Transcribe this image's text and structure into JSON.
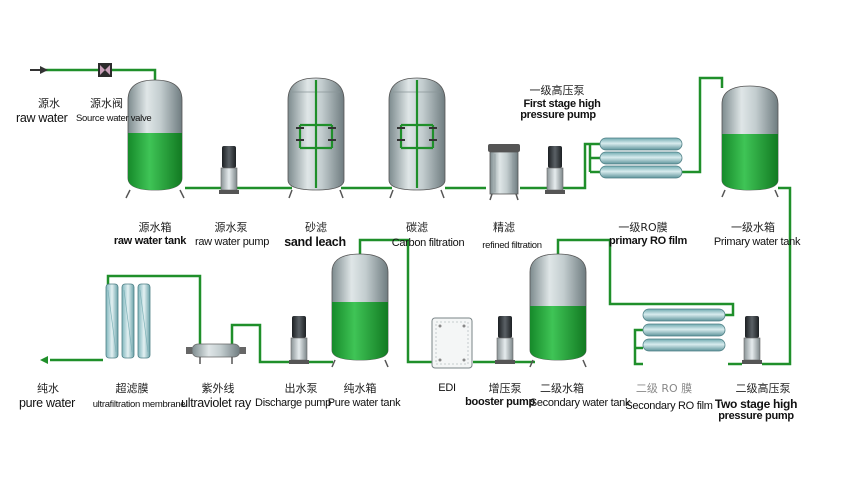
{
  "labels": {
    "raw_water_cn": "源水",
    "raw_water_en": "raw water",
    "source_valve_cn": "源水阀",
    "source_valve_en": "Source water valve",
    "raw_tank_cn": "源水箱",
    "raw_tank_en": "raw water tank",
    "raw_pump_cn": "源水泵",
    "raw_pump_en": "raw water pump",
    "sand_cn": "砂滤",
    "sand_en": "sand leach",
    "carbon_cn": "碳滤",
    "carbon_en": "Carbon filtration",
    "refined_cn": "精滤",
    "refined_en": "refined filtration",
    "first_pump_cn": "一级高压泵",
    "first_pump_en_1": "First stage high",
    "first_pump_en_2": "pressure pump",
    "primary_ro_cn": "一级RO膜",
    "primary_ro_en": "primary RO film",
    "primary_tank_cn": "一级水箱",
    "primary_tank_en": "Primary water tank",
    "pure_water_cn": "纯水",
    "pure_water_en": "pure water",
    "uf_cn": "超滤膜",
    "uf_en": "ultrafiltration membrane",
    "uv_cn": "紫外线",
    "uv_en": "ultraviolet ray",
    "discharge_cn": "出水泵",
    "discharge_en": "Discharge pump",
    "pure_tank_cn": "纯水箱",
    "pure_tank_en": "Pure water tank",
    "edi": "EDI",
    "booster_cn": "增压泵",
    "booster_en": "booster pump",
    "secondary_tank_cn": "二级水箱",
    "secondary_tank_en": "Secondary water tank",
    "secondary_ro_cn": "二级 RO 膜",
    "secondary_ro_en": "Secondary RO film",
    "two_stage_cn": "二级高压泵",
    "two_stage_en_1": "Two stage high",
    "two_stage_en_2": "pressure pump"
  },
  "colors": {
    "pipe": "#1f8f2a",
    "water": "#22a83a",
    "tank_metal": "#b9c4c6",
    "pump": "#2a2f33"
  }
}
